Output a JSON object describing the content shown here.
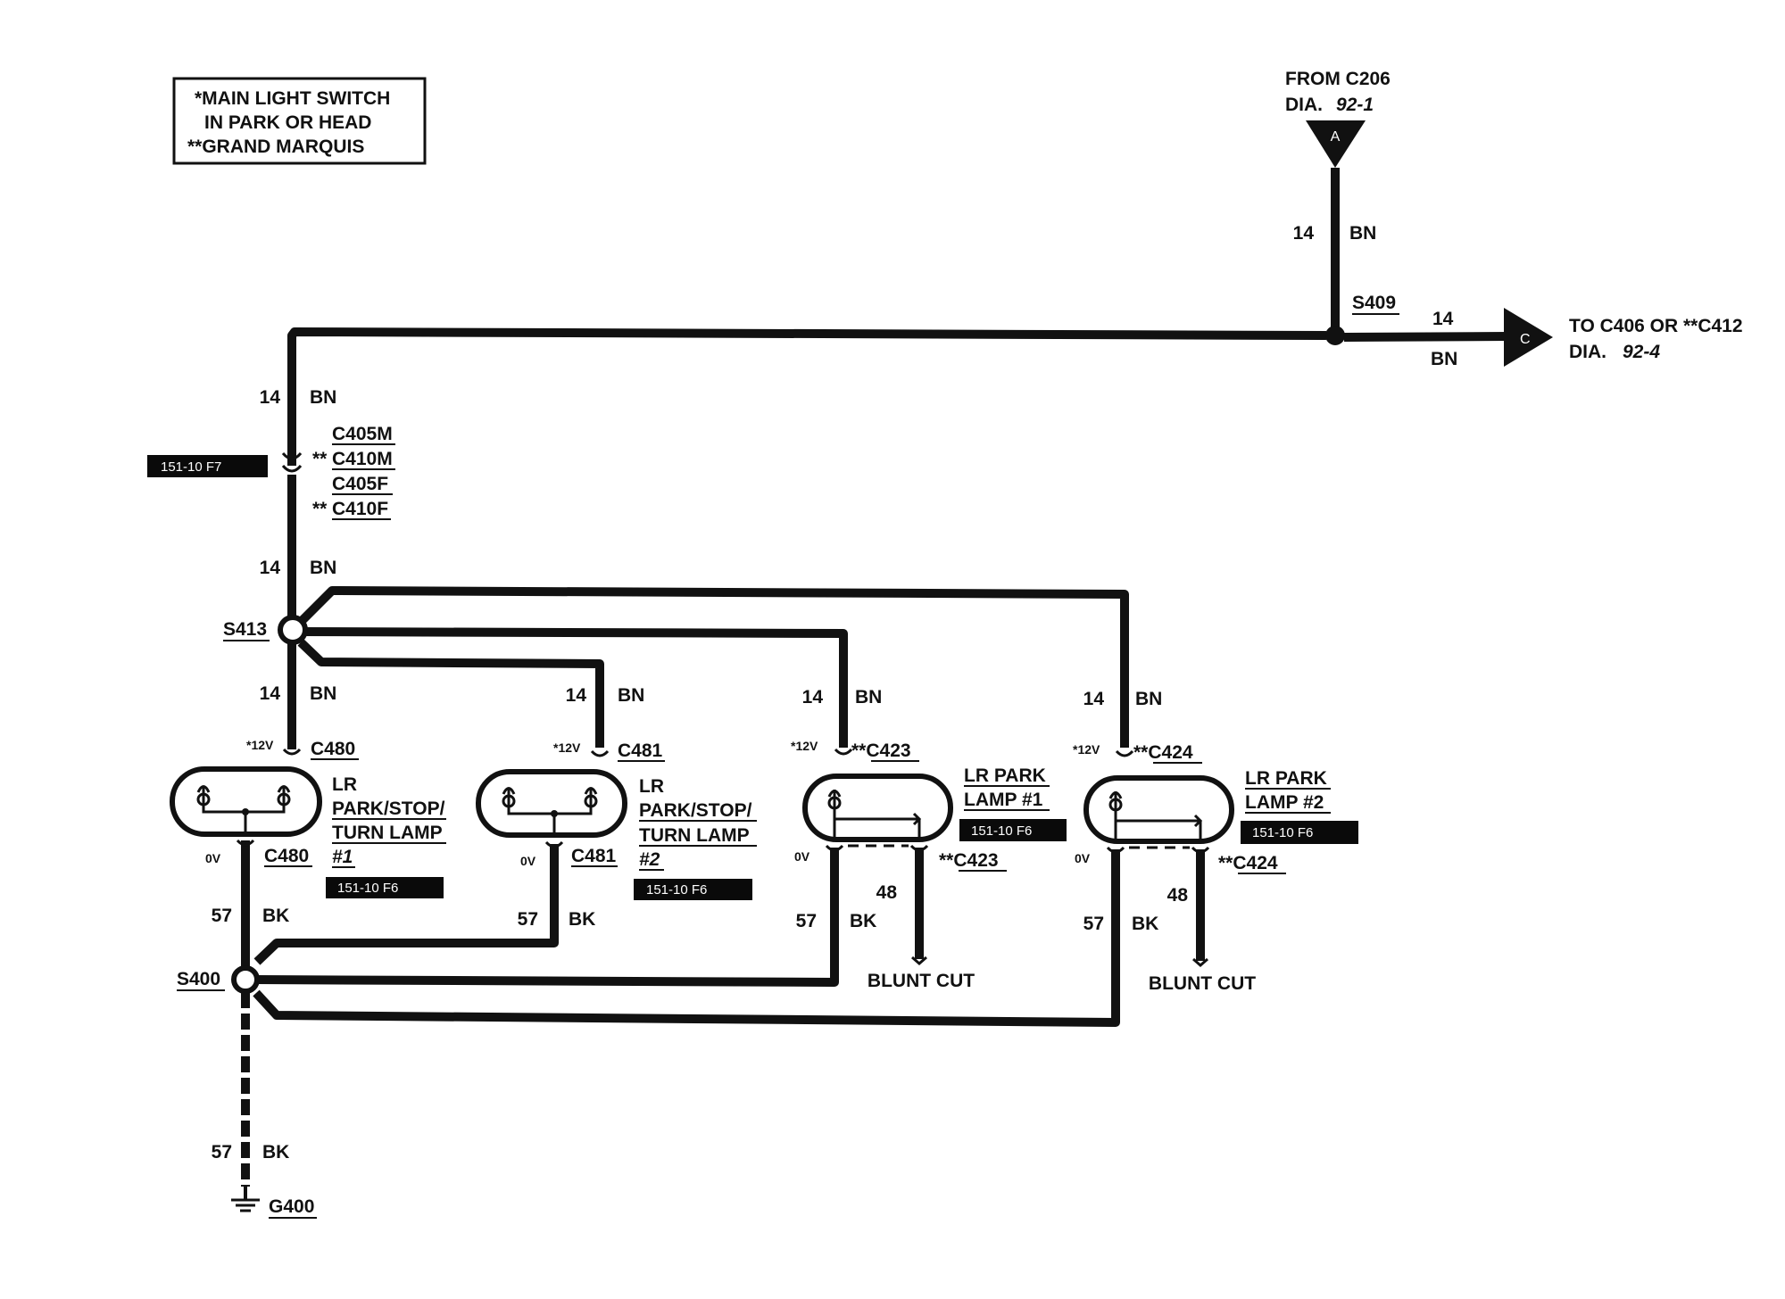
{
  "legend": {
    "line1": "*MAIN LIGHT SWITCH",
    "line2": "IN PARK OR HEAD",
    "line3": "**GRAND MARQUIS"
  },
  "source": {
    "from": "FROM C206",
    "dia_label": "DIA.",
    "dia_ref": "92-1",
    "connector": "A",
    "gauge": "14",
    "color": "BN"
  },
  "splice_s409": {
    "name": "S409",
    "out_gauge": "14",
    "out_color": "BN",
    "out_connector": "C",
    "to_text": "TO C406 OR **C412",
    "to_dia_label": "DIA.",
    "to_dia_ref": "92-4"
  },
  "feed_left": {
    "gauge": "14",
    "color": "BN",
    "ref_tag": "151-10 F7",
    "connectors": [
      "C405M",
      "C410M",
      "C405F",
      "C410F"
    ],
    "connectors_prefix": [
      "",
      "**",
      "",
      "**"
    ],
    "gauge2": "14",
    "color2": "BN"
  },
  "splice_s413": {
    "name": "S413"
  },
  "lamps": [
    {
      "id": "c480",
      "voltage_in": "*12V",
      "conn_top": "C480",
      "gauge": "14",
      "color": "BN",
      "name_lines": [
        "LR",
        "PARK/STOP/",
        "TURN LAMP",
        "#1"
      ],
      "ref_tag": "151-10 F6",
      "voltage_out": "0V",
      "conn_bottom": "C480",
      "ground_gauge": "57",
      "ground_color": "BK"
    },
    {
      "id": "c481",
      "voltage_in": "*12V",
      "conn_top": "C481",
      "gauge": "14",
      "color": "BN",
      "name_lines": [
        "LR",
        "PARK/STOP/",
        "TURN LAMP",
        "#2"
      ],
      "ref_tag": "151-10 F6",
      "voltage_out": "0V",
      "conn_bottom": "C481",
      "ground_gauge": "57",
      "ground_color": "BK"
    },
    {
      "id": "c423",
      "voltage_in": "*12V",
      "conn_top": "**C423",
      "gauge": "14",
      "color": "BN",
      "name_lines": [
        "LR PARK",
        "LAMP #1"
      ],
      "ref_tag": "151-10 F6",
      "voltage_out": "0V",
      "conn_bottom": "**C423",
      "ground_gauge": "57",
      "ground_color": "BK",
      "cut_gauge": "48",
      "cut_label": "BLUNT CUT"
    },
    {
      "id": "c424",
      "voltage_in": "*12V",
      "conn_top": "**C424",
      "gauge": "14",
      "color": "BN",
      "name_lines": [
        "LR PARK",
        "LAMP #2"
      ],
      "ref_tag": "151-10 F6",
      "voltage_out": "0V",
      "conn_bottom": "**C424",
      "ground_gauge": "57",
      "ground_color": "BK",
      "cut_gauge": "48",
      "cut_label": "BLUNT CUT"
    }
  ],
  "splice_s400": {
    "name": "S400"
  },
  "ground": {
    "gauge": "57",
    "color": "BK",
    "name": "G400"
  }
}
